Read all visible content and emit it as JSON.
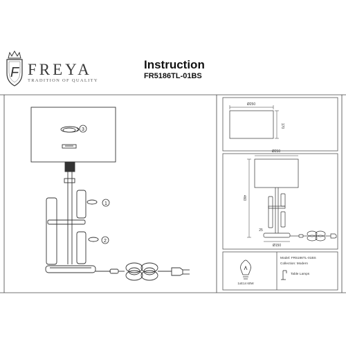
{
  "brand": {
    "name": "FREYA",
    "tagline": "TRADITION OF QUALITY",
    "emblem_letter": "F"
  },
  "doc": {
    "title": "Instruction",
    "model": "FR5186TL-01BS"
  },
  "assembly_steps": [
    "1",
    "2",
    "3"
  ],
  "dimensions": {
    "shade_width": "Ø250",
    "shade_height": "170",
    "overall_width": "Ø250",
    "overall_height": "460",
    "base_height": "25",
    "base_diameter": "Ø150"
  },
  "spec": {
    "model_line": "Model: FR5186TL-01BS",
    "collection_line": "Collection: Modern",
    "type_line": "Table Lamps",
    "bulb_line": "1xE14 60W"
  }
}
